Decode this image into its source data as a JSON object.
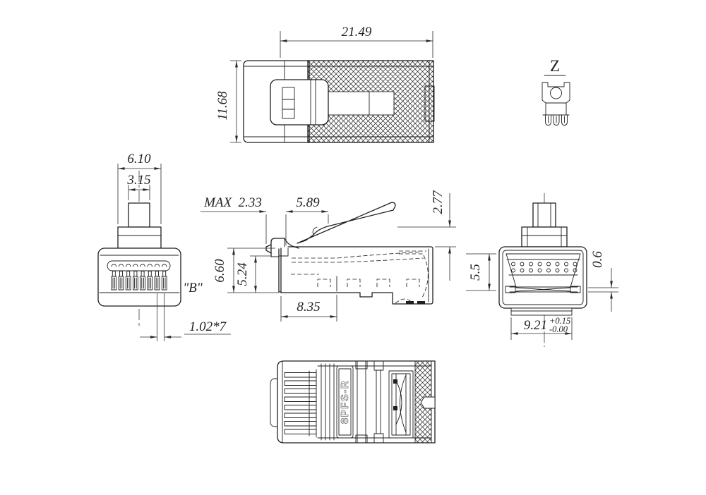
{
  "colors": {
    "line": "#1f1f1f",
    "dim_text": "#222222",
    "background": "#ffffff"
  },
  "views": {
    "top": {
      "width": "21.49",
      "height": "11.68"
    },
    "detail_z": {
      "label": "Z"
    },
    "front": {
      "latch_width": "6.10",
      "tab_width": "3.15",
      "section_label": "\"B\"",
      "contact_pitch": "1.02*7"
    },
    "side": {
      "front_max": "MAX  2.33",
      "latch_length": "5.89",
      "latch_drop": "2.77",
      "body_height": "6.60",
      "inner_height": "5.24",
      "contact_length": "8.35"
    },
    "rear": {
      "opening_height": "5.5",
      "shield_lip": "0.6",
      "width": "9.21",
      "width_tol_upper": "+0.15",
      "width_tol_lower": "-0.00"
    },
    "bottom": {
      "marking": "8PFS-R"
    }
  }
}
